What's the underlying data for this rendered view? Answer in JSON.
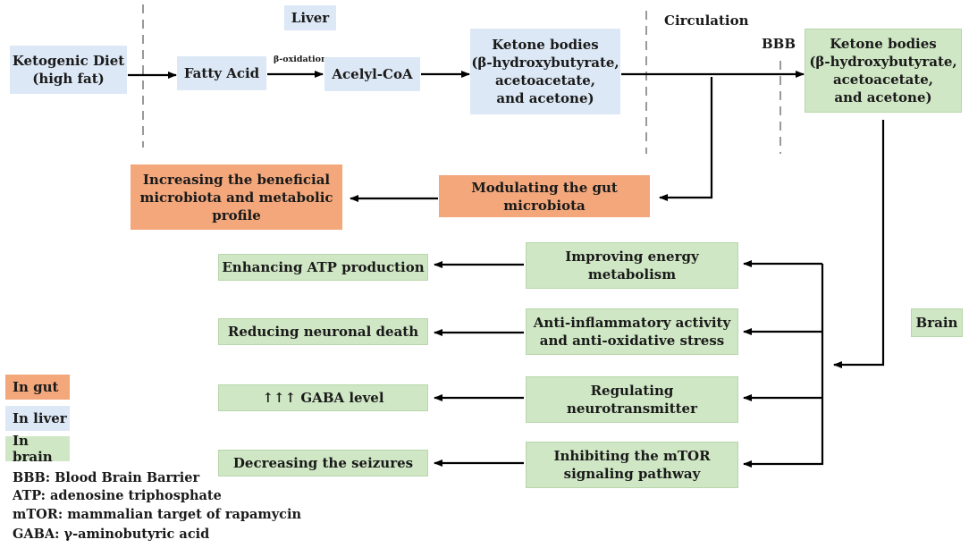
{
  "regions": {
    "liver": "Liver",
    "circulation": "Circulation",
    "bbb": "BBB",
    "brain": "Brain"
  },
  "pathway": {
    "ketogenic_diet": "Ketogenic Diet\n(high fat)",
    "fatty_acid": "Fatty Acid",
    "beta_oxidation": "β-oxidation",
    "acetyl_coa": "Acelyl-CoA",
    "ketone_bodies_liver": "Ketone bodies\n(β-hydroxybutyrate,\nacetoacetate,\nand acetone)",
    "ketone_bodies_brain": "Ketone bodies\n(β-hydroxybutyrate,\nacetoacetate,\nand acetone)"
  },
  "gut": {
    "modulating": "Modulating the gut\nmicrobiota",
    "increasing": "Increasing the beneficial\nmicrobiota and metabolic\nprofile"
  },
  "brain_mechanisms": [
    {
      "mechanism": "Improving energy\nmetabolism",
      "outcome": "Enhancing ATP production"
    },
    {
      "mechanism": "Anti-inflammatory activity\nand anti-oxidative stress",
      "outcome": "Reducing neuronal death"
    },
    {
      "mechanism": "Regulating\nneurotransmitter",
      "outcome": "↑↑↑ GABA level"
    },
    {
      "mechanism": "Inhibiting the mTOR\nsignaling pathway",
      "outcome": "Decreasing the seizures"
    }
  ],
  "legend": {
    "gut": "In gut",
    "liver": "In liver",
    "brain": "In brain"
  },
  "abbreviations": [
    "BBB: Blood Brain Barrier",
    "ATP: adenosine triphosphate",
    "mTOR: mammalian target of rapamycin",
    "GABA: γ-aminobutyric acid"
  ],
  "colors": {
    "gut": "#f3a77b",
    "liver": "#dce8f5",
    "brain": "#cfe7c4",
    "arrow": "#000000",
    "divider": "#999999"
  }
}
